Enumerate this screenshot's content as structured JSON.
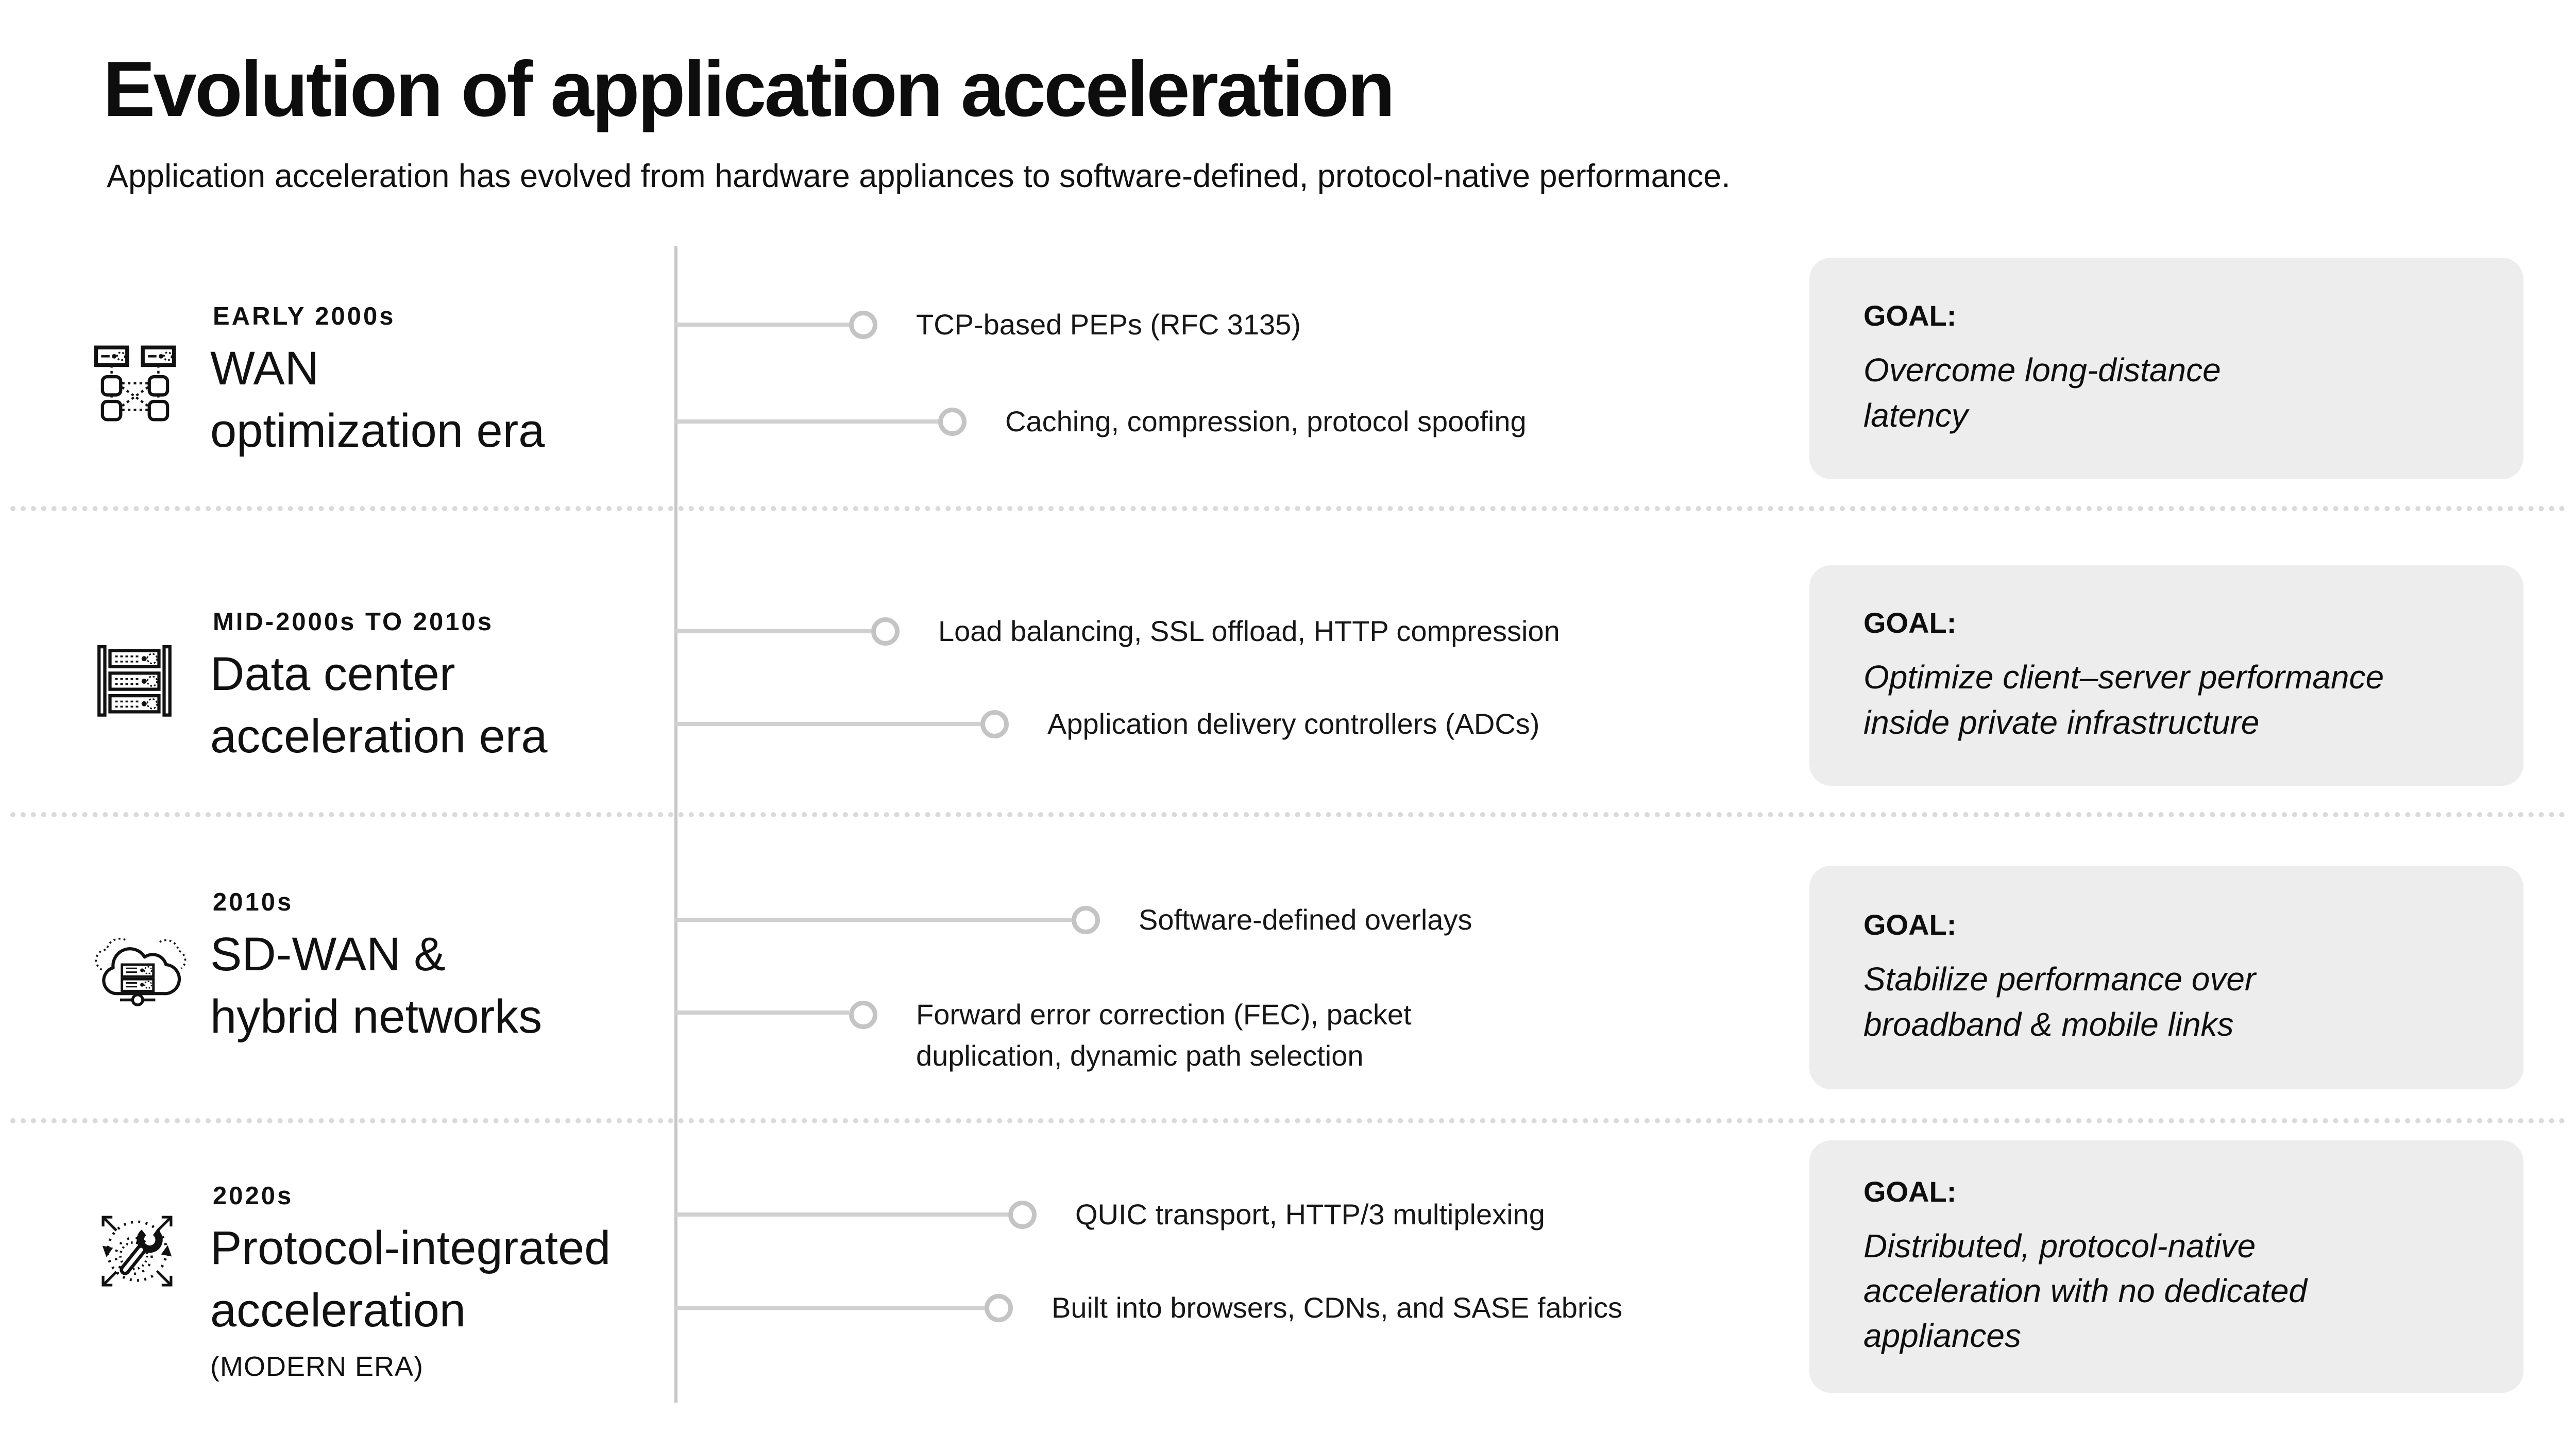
{
  "page": {
    "title": "Evolution of application acceleration",
    "subtitle": "Application acceleration has evolved from hardware appliances to software-defined, protocol-native performance."
  },
  "colors": {
    "background": "#ffffff",
    "text": "#111111",
    "timeline_axis": "#c7c7c7",
    "connector": "#d0d0d0",
    "node_ring": "#c4c4c4",
    "goal_card_bg": "#ededee",
    "separator_dots": "#dadada"
  },
  "eras": [
    {
      "period": "EARLY 2000s",
      "icon": "wan-devices-icon",
      "name_lines": [
        "WAN",
        "optimization era"
      ],
      "items": [
        {
          "lines": [
            "TCP-based PEPs (RFC 3135)"
          ]
        },
        {
          "lines": [
            "Caching, compression, protocol spoofing"
          ]
        }
      ],
      "goal_label": "GOAL:",
      "goal_lines": [
        "Overcome long-distance",
        "latency"
      ]
    },
    {
      "period": "MID-2000s TO 2010s",
      "icon": "server-rack-icon",
      "name_lines": [
        "Data center",
        "acceleration era"
      ],
      "items": [
        {
          "lines": [
            "Load balancing, SSL offload, HTTP compression"
          ]
        },
        {
          "lines": [
            "Application delivery controllers (ADCs)"
          ]
        }
      ],
      "goal_label": "GOAL:",
      "goal_lines": [
        "Optimize client–server performance",
        "inside private infrastructure"
      ]
    },
    {
      "period": "2010s",
      "icon": "cloud-servers-icon",
      "name_lines": [
        "SD-WAN &",
        "hybrid networks"
      ],
      "items": [
        {
          "lines": [
            "Software-defined overlays"
          ]
        },
        {
          "lines": [
            "Forward error correction (FEC), packet",
            "duplication, dynamic path selection"
          ]
        }
      ],
      "goal_label": "GOAL:",
      "goal_lines": [
        "Stabilize performance over",
        "broadband & mobile links"
      ]
    },
    {
      "period": "2020s",
      "icon": "wrench-gear-icon",
      "name_lines": [
        "Protocol-integrated",
        "acceleration"
      ],
      "era_note": "(MODERN ERA)",
      "items": [
        {
          "lines": [
            "QUIC transport, HTTP/3 multiplexing"
          ]
        },
        {
          "lines": [
            "Built into browsers, CDNs, and SASE fabrics"
          ]
        }
      ],
      "goal_label": "GOAL:",
      "goal_lines": [
        "Distributed, protocol-native",
        "acceleration with no dedicated",
        "appliances"
      ]
    }
  ]
}
